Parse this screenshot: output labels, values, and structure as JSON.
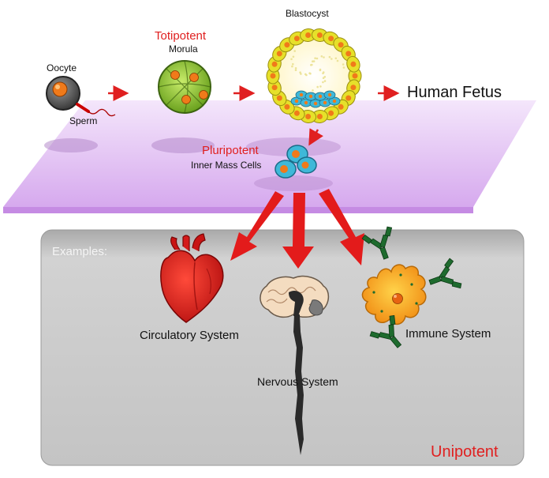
{
  "labels": {
    "oocyte": "Oocyte",
    "sperm": "Sperm",
    "totipotent": "Totipotent",
    "morula": "Morula",
    "blastocyst": "Blastocyst",
    "human_fetus": "Human Fetus",
    "pluripotent": "Pluripotent",
    "inner_mass_cells": "Inner Mass Cells",
    "examples": "Examples:",
    "circulatory_system": "Circulatory System",
    "nervous_system": "Nervous System",
    "immune_system": "Immune System",
    "unipotent": "Unipotent"
  },
  "colors": {
    "potency_red": "#e02020",
    "platform_purple": "#d9b3f0",
    "examples_panel": "#c8c8c8",
    "cell_yellow": "#e6e02a",
    "nucleus_orange": "#f07a1a",
    "inner_cell_blue": "#3fb8d8",
    "heart_red": "#d41a1a",
    "immune_orange": "#f6a81e",
    "antibody_green": "#1e6b2e"
  }
}
